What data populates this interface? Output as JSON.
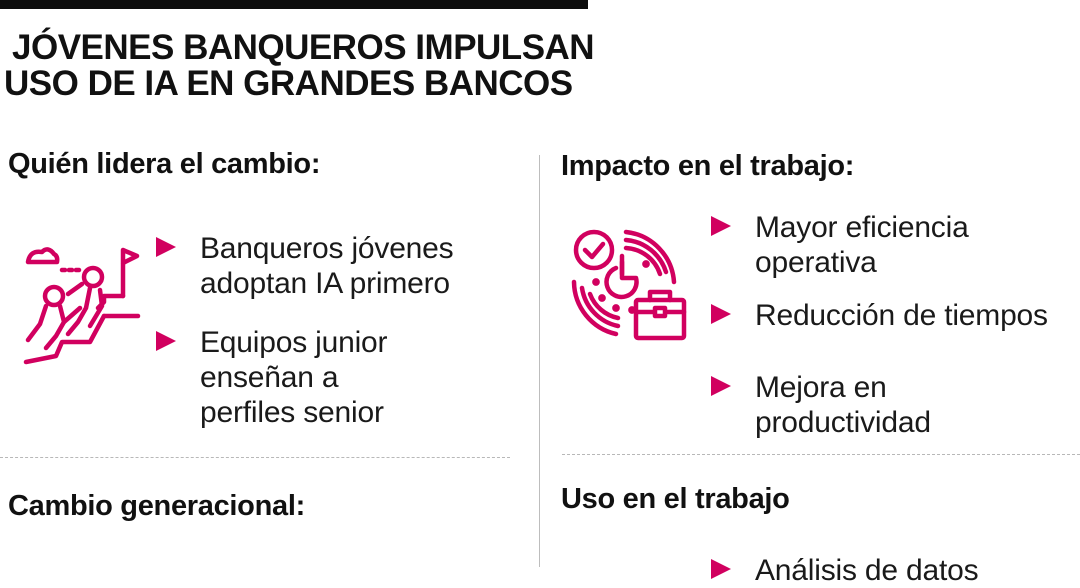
{
  "colors": {
    "accent": "#d1005f",
    "text": "#111111",
    "divider": "#bdbdbd",
    "topbar": "#0d0d0d"
  },
  "title": {
    "line1": "JÓVENES BANQUEROS IMPULSAN",
    "line2": "USO DE IA EN GRANDES BANCOS"
  },
  "sections": {
    "leader": {
      "title": "Quién lidera el cambio:",
      "icon": "climbing-team-icon",
      "bullets": [
        "Banqueros jóvenes\nadoptan IA primero",
        "Equipos junior\nenseñan a\nperfiles senior"
      ]
    },
    "impact": {
      "title": "Impacto en el trabajo:",
      "icon": "clock-briefcase-icon",
      "bullets": [
        "Mayor eficiencia\noperativa",
        "Reducción de tiempos",
        "Mejora en\nproductividad"
      ]
    },
    "generational": {
      "title": "Cambio generacional:"
    },
    "usage": {
      "title": "Uso en el trabajo",
      "bullets": [
        "Análisis de datos"
      ]
    }
  }
}
